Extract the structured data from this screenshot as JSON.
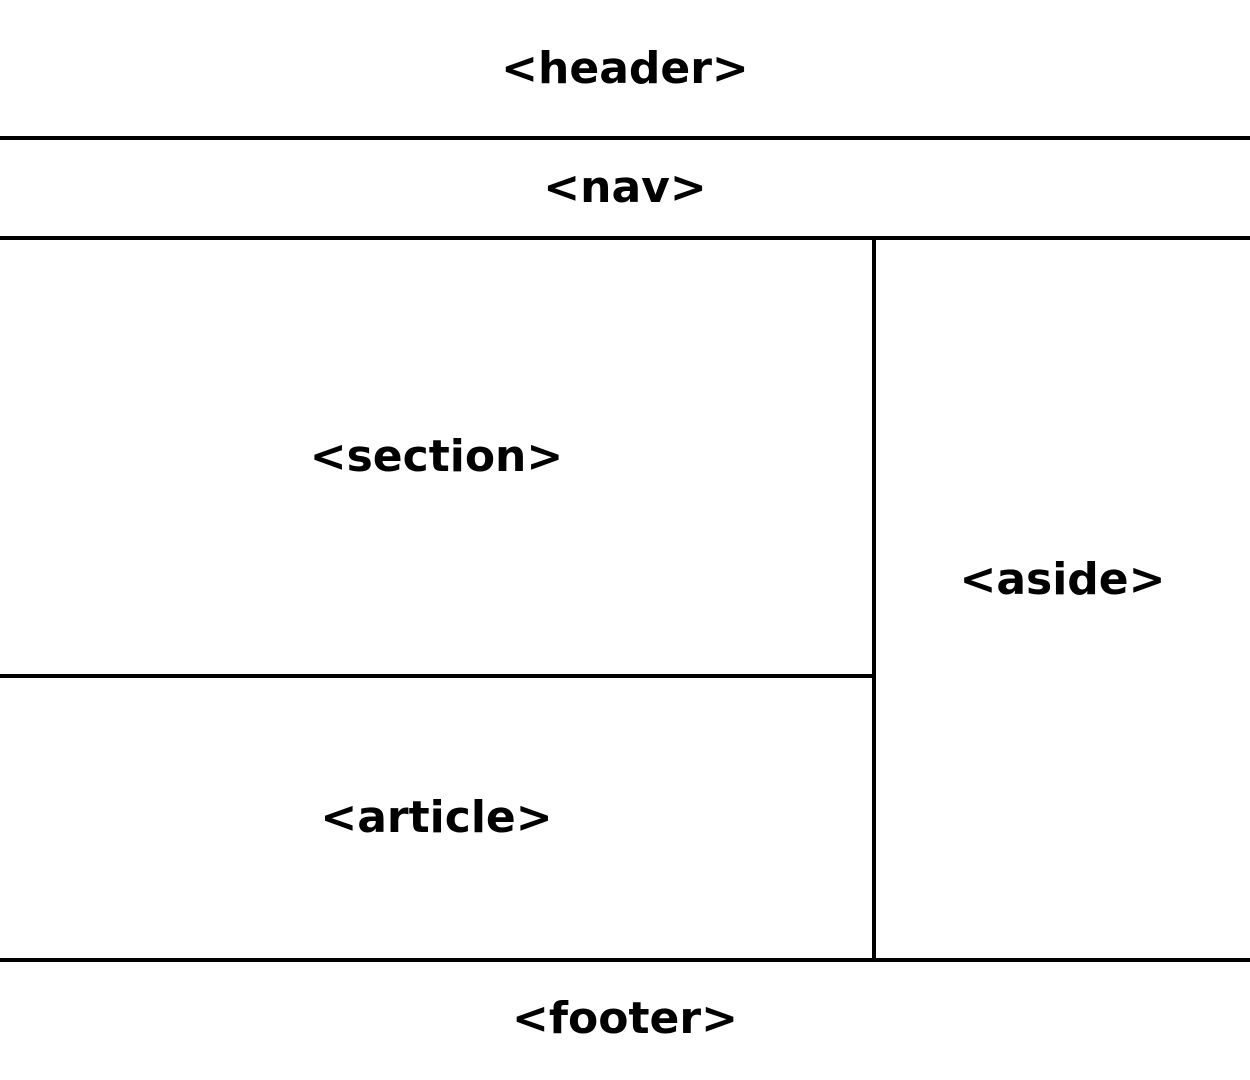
{
  "diagram": {
    "header": {
      "label": "<header>"
    },
    "nav": {
      "label": "<nav>"
    },
    "section": {
      "label": "<section>"
    },
    "article": {
      "label": "<article>"
    },
    "aside": {
      "label": "<aside>"
    },
    "footer": {
      "label": "<footer>"
    }
  },
  "colors": {
    "background": "#ffffff",
    "lines": "#000000",
    "text": "#000000"
  }
}
